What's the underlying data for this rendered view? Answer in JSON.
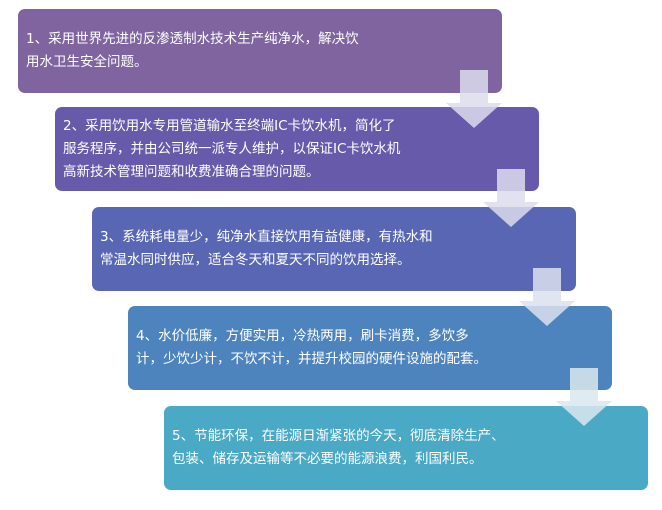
{
  "steps": [
    {
      "color": "#7f64a0",
      "lines": [
        "1、采用世界先进的反渗透制水技术生产纯净水，解决饮",
        "用水卫生安全问题。"
      ]
    },
    {
      "color": "#685aaa",
      "lines": [
        "2、采用饮用水专用管道输水至终端IC卡饮水机，简化了",
        "服务程序，并由公司统一派专人维护，以保证IC卡饮水机",
        "高新技术管理问题和收费准确合理的问题。"
      ]
    },
    {
      "color": "#5866b3",
      "lines": [
        "3、系统耗电量少，纯净水直接饮用有益健康，有热水和",
        "常温水同时供应，适合冬天和夏天不同的饮用选择。"
      ]
    },
    {
      "color": "#4e84bd",
      "lines": [
        "4、水价低廉，方便实用，冷热两用，刷卡消费，多饮多",
        "计，少饮少计，不饮不计，并提升校园的硬件设施的配套。"
      ]
    },
    {
      "color": "#4aaac6",
      "lines": [
        "5、节能环保，在能源日渐紧张的今天，彻底清除生产、",
        "包装、储存及运输等不必要的能源浪费，利国利民。"
      ]
    }
  ]
}
